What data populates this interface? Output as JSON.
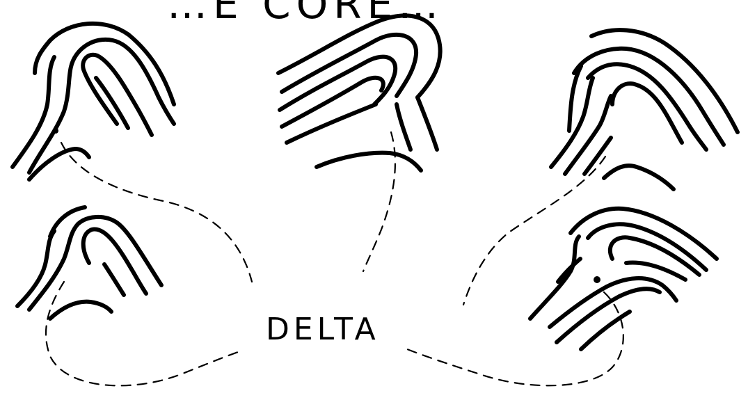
{
  "figure": {
    "cut_title": "…E CORE…",
    "center_label": "DELTA",
    "ink_color": "#000000",
    "background_color": "#ffffff",
    "panel_count": 5,
    "panels": [
      {
        "name": "upper-left-delta-pattern",
        "has_delta_dot": true
      },
      {
        "name": "upper-center-delta-pattern",
        "has_delta_dot": false
      },
      {
        "name": "upper-right-delta-pattern",
        "has_delta_dot": false
      },
      {
        "name": "lower-left-delta-pattern",
        "has_delta_dot": false
      },
      {
        "name": "lower-right-delta-pattern",
        "has_delta_dot": true
      }
    ]
  }
}
